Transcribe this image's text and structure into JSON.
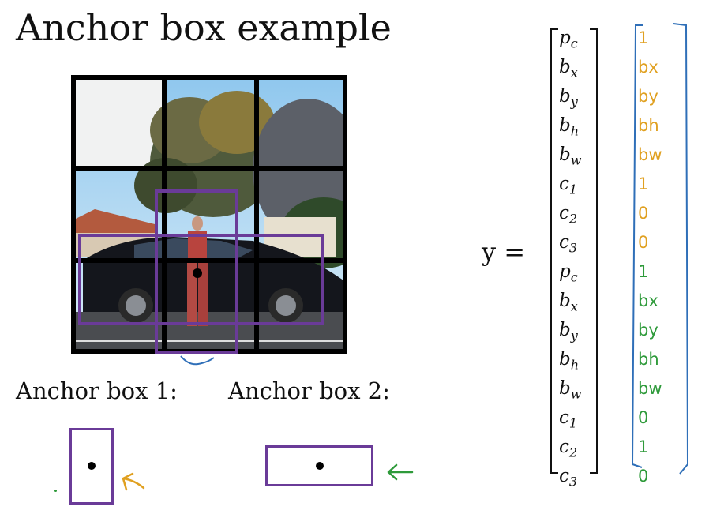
{
  "slide": {
    "title": "Anchor box example",
    "anchor_box_1_label": "Anchor box 1:",
    "anchor_box_2_label": "Anchor box 2:",
    "y_label": "y  ="
  },
  "vector": {
    "entries": [
      {
        "base": "p",
        "sub": "c"
      },
      {
        "base": "b",
        "sub": "x"
      },
      {
        "base": "b",
        "sub": "y"
      },
      {
        "base": "b",
        "sub": "h"
      },
      {
        "base": "b",
        "sub": "w"
      },
      {
        "base": "c",
        "sub": "1"
      },
      {
        "base": "c",
        "sub": "2"
      },
      {
        "base": "c",
        "sub": "3"
      },
      {
        "base": "p",
        "sub": "c"
      },
      {
        "base": "b",
        "sub": "x"
      },
      {
        "base": "b",
        "sub": "y"
      },
      {
        "base": "b",
        "sub": "h"
      },
      {
        "base": "b",
        "sub": "w"
      },
      {
        "base": "c",
        "sub": "1"
      },
      {
        "base": "c",
        "sub": "2"
      },
      {
        "base": "c",
        "sub": "3"
      }
    ]
  },
  "handwritten": {
    "values": [
      "1",
      "bx",
      "by",
      "bh",
      "bw",
      "1",
      "0",
      "0",
      "1",
      "bx",
      "by",
      "bh",
      "bw",
      "0",
      "1",
      "0"
    ],
    "colors": {
      "anchor1": "#e0a020",
      "anchor2": "#2e9a3a",
      "bracket": "#2f6fb8"
    }
  },
  "colors": {
    "box_purple": "#6a3b98",
    "grid_black": "#000000"
  }
}
